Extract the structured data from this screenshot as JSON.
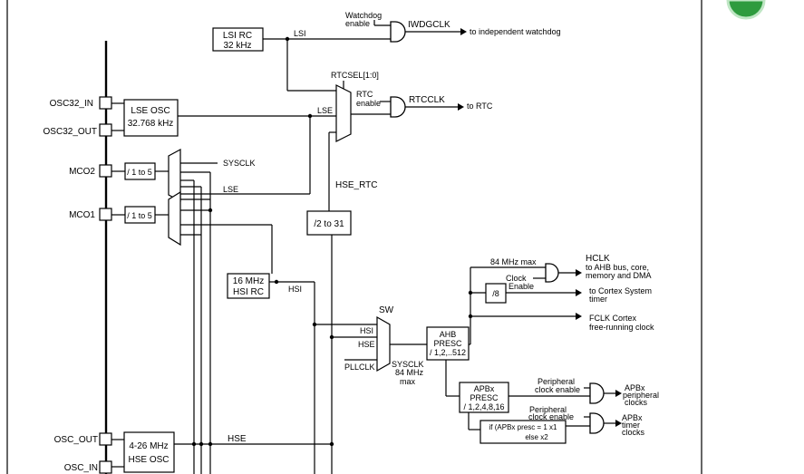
{
  "pins": {
    "osc32_in": "OSC32_IN",
    "osc32_out": "OSC32_OUT",
    "mco2": "MCO2",
    "mco1": "MCO1",
    "osc_out": "OSC_OUT",
    "osc_in": "OSC_IN"
  },
  "blocks": {
    "lsi_rc_1": "LSI RC",
    "lsi_rc_2": "32 kHz",
    "lse_osc_1": "LSE OSC",
    "lse_osc_2": "32.768 kHz",
    "mco2_div": "/ 1 to 5",
    "mco1_div": "/ 1 to 5",
    "rtc_div": "/2 to 31",
    "hsi_rc_1": "16 MHz",
    "hsi_rc_2": "HSI RC",
    "hse_osc_1": "4-26 MHz",
    "hse_osc_2": "HSE OSC",
    "ahb_1": "AHB",
    "ahb_2": "PRESC",
    "ahb_3": "/ 1,2,..512",
    "div8": "/8",
    "apb_1": "APBx",
    "apb_2": "PRESC",
    "apb_3": "/ 1,2,4,8,16",
    "apb_timer_1": "if (APBx presc = 1 x1",
    "apb_timer_2": "else  x2"
  },
  "signals": {
    "lsi": "LSI",
    "watchdog_enable_1": "Watchdog",
    "watchdog_enable_2": "enable",
    "iwdgclk": "IWDGCLK",
    "to_watchdog": "to independent watchdog",
    "rtcsel": "RTCSEL[1:0]",
    "lse_rtc": "LSE",
    "rtc_enable_1": "RTC",
    "rtc_enable_2": "enable",
    "rtcclk": "RTCCLK",
    "to_rtc": "to RTC",
    "sysclk_mco": "SYSCLK",
    "lse_mco": "LSE",
    "hse_rtc": "HSE_RTC",
    "hsi": "HSI",
    "sw": "SW",
    "hsi_mux": "HSI",
    "hse_mux": "HSE",
    "pllclk": "PLLCLK",
    "sysclk_1": "SYSCLK",
    "sysclk_2": "84 MHz",
    "sysclk_3": "max",
    "hse": "HSE",
    "max_84": "84 MHz max",
    "clock_enable_1": "Clock",
    "clock_enable_2": "Enable",
    "hclk_1": "HCLK",
    "hclk_2": "to AHB bus, core,",
    "hclk_3": "memory and DMA",
    "cortex_timer_1": "to Cortex System",
    "cortex_timer_2": "timer",
    "fclk_1": "FCLK Cortex",
    "fclk_2": "free-running clock",
    "periph_enable_1_a": "Peripheral",
    "periph_enable_1_b": "clock enable",
    "apb_periph_1": "APBx",
    "apb_periph_2": "peripheral",
    "apb_periph_3": "clocks",
    "periph_enable_2_a": "Peripheral",
    "periph_enable_2_b": "clock enable",
    "apb_timer_out_1": "APBx",
    "apb_timer_out_2": "timer",
    "apb_timer_out_3": "clocks"
  }
}
